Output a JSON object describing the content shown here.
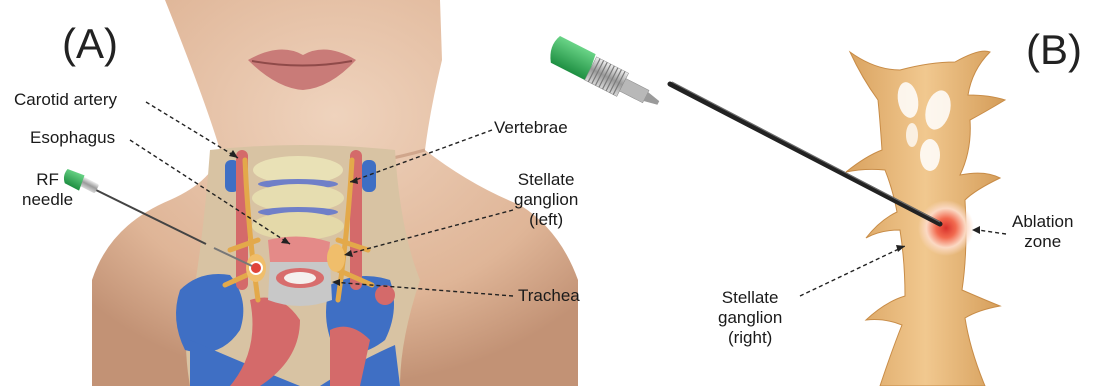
{
  "panels": {
    "a": {
      "label": "(A)"
    },
    "b": {
      "label": "(B)"
    }
  },
  "labels": {
    "carotid_artery": "Carotid artery",
    "esophagus": "Esophagus",
    "rf_needle": "RF\nneedle",
    "vertebrae": "Vertebrae",
    "stellate_left": "Stellate\nganglion\n(left)",
    "trachea": "Trachea",
    "ablation_zone": "Ablation\nzone",
    "stellate_right": "Stellate\nganglion\n(right)"
  },
  "colors": {
    "skin": "#e7c2a6",
    "skin_shadow": "#b98a6e",
    "vein": "#3f6fc4",
    "artery": "#d46a6a",
    "nerve": "#e3a94a",
    "ganglion": "#e9b879",
    "needle_cap": "#2fb35a",
    "ablation": "#e0443a"
  }
}
